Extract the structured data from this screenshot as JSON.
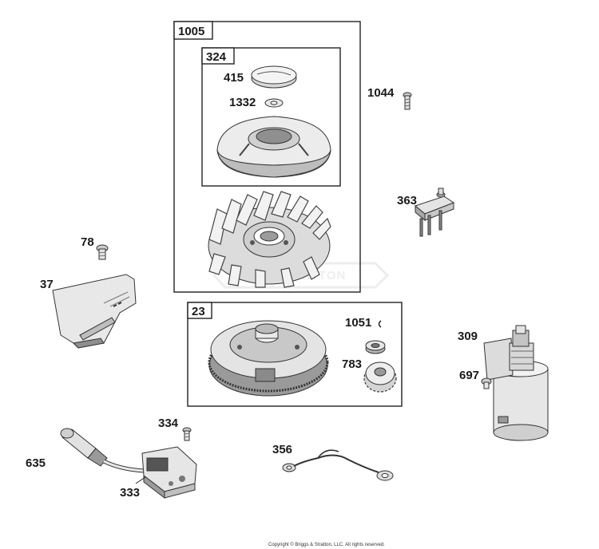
{
  "callouts": {
    "p1005": "1005",
    "p324": "324",
    "p415": "415",
    "p1332": "1332",
    "p1044": "1044",
    "p363": "363",
    "p78": "78",
    "p37": "37",
    "p23": "23",
    "p1051": "1051",
    "p783": "783",
    "p309": "309",
    "p697": "697",
    "p334": "334",
    "p635": "635",
    "p333": "333",
    "p356": "356"
  },
  "watermark": "STRATTON",
  "copyright": "Copyright © Briggs & Stratton, LLC. All rights reserved.",
  "colors": {
    "part_fill": "#e6e6e6",
    "part_dark": "#9a9a9a",
    "line": "#222222"
  }
}
